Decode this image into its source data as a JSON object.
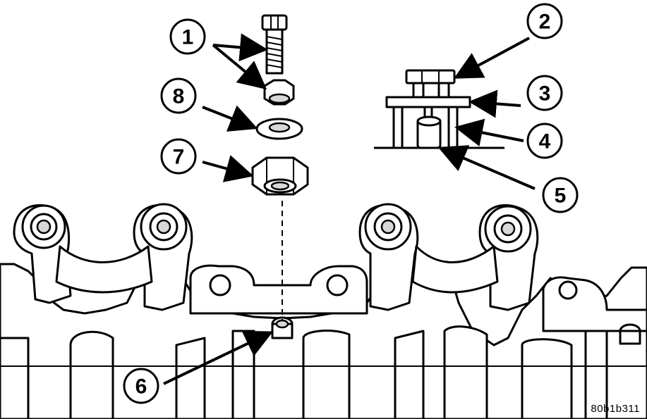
{
  "figure": {
    "reference_code": "80b1b311"
  },
  "callouts": [
    {
      "id": 1,
      "label": "1"
    },
    {
      "id": 2,
      "label": "2"
    },
    {
      "id": 3,
      "label": "3"
    },
    {
      "id": 4,
      "label": "4"
    },
    {
      "id": 5,
      "label": "5"
    },
    {
      "id": 6,
      "label": "6"
    },
    {
      "id": 7,
      "label": "7"
    },
    {
      "id": 8,
      "label": "8"
    }
  ],
  "colors": {
    "line": "#000000",
    "background": "#ffffff",
    "shade": "#d8d8d8"
  }
}
